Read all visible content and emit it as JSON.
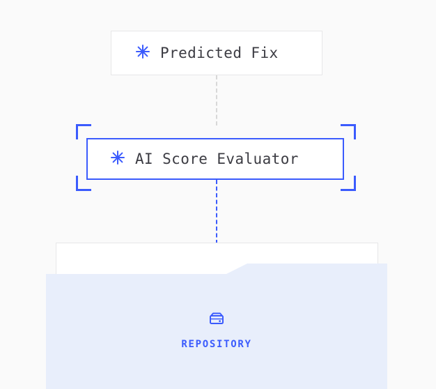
{
  "canvas": {
    "background": "#fafafa",
    "accent": "#3b5bfd",
    "panel_fill": "#e8eefb",
    "border": "#e7e7e8",
    "text": "#3c3c43"
  },
  "nodes": [
    {
      "id": "predicted-fix",
      "label": "Predicted Fix",
      "icon": "sparkle-icon",
      "selected": false
    },
    {
      "id": "ai-score-evaluator",
      "label": "AI Score Evaluator",
      "icon": "sparkle-icon",
      "selected": true
    }
  ],
  "edges": [
    {
      "id": "edge-predicted-fix-to-evaluator",
      "style": "dashed",
      "color": "#d8d8d8"
    },
    {
      "id": "edge-evaluator-to-repository",
      "style": "dashed",
      "color": "#3b5bfd"
    }
  ],
  "group": {
    "id": "repository-group",
    "title": "REPOSITORY",
    "icon": "repository-drawer-icon",
    "fill": "#e8eefb",
    "accent": "#3b5bfd"
  }
}
